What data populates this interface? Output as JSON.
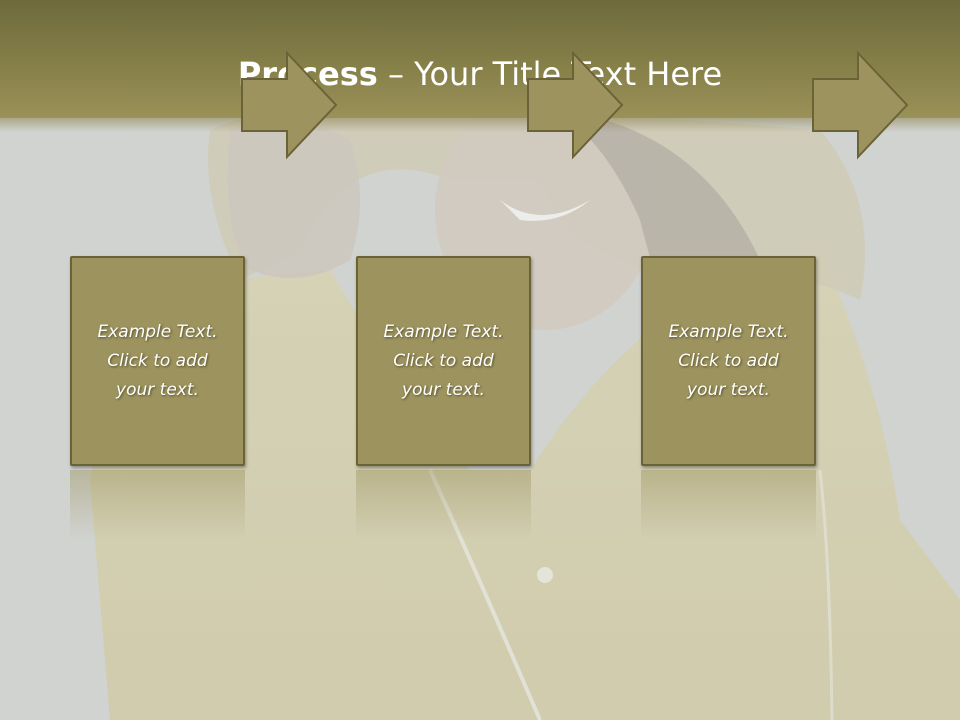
{
  "slide": {
    "title_bold": "Process",
    "title_rest": " – Your Title Text Here"
  },
  "steps": [
    {
      "text": "Example Text.\nClick  to add\nyour text."
    },
    {
      "text": "Example Text.\nClick  to add\nyour text."
    },
    {
      "text": "Example Text.\nClick  to add\nyour text."
    }
  ],
  "colors": {
    "title_bar": "#857f48",
    "box_fill": "#9c935e",
    "box_border": "#6b6338",
    "text": "#ffffff"
  }
}
